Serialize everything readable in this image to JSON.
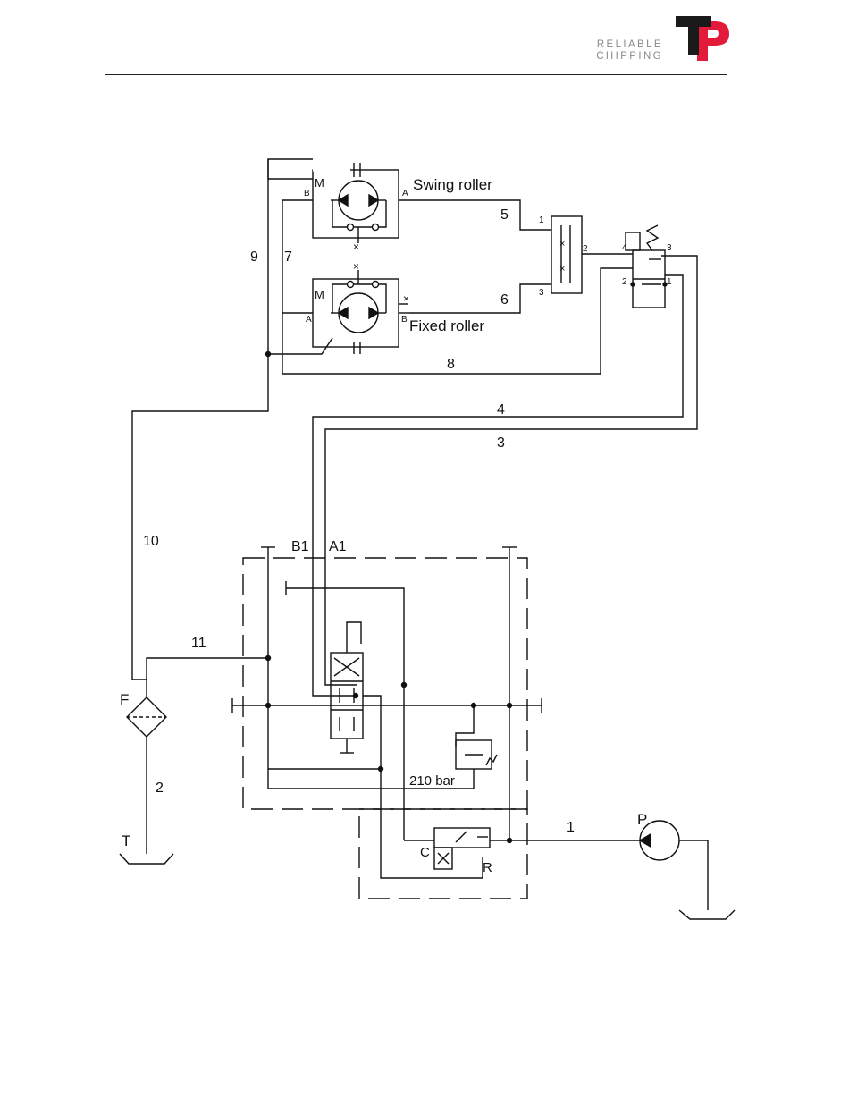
{
  "header": {
    "tagline_line1": "RELIABLE",
    "tagline_line2": "CHIPPING",
    "brand_colors": {
      "dark": "#1a1a1a",
      "red": "#e31b3b"
    }
  },
  "diagram": {
    "components": {
      "swing_roller": {
        "name": "Swing roller",
        "port_m": "M",
        "port_a": "A",
        "port_b": "B"
      },
      "fixed_roller": {
        "name": "Fixed roller",
        "port_m": "M",
        "port_a": "A",
        "port_b": "B"
      },
      "flow_divider": {
        "port_1": "1",
        "port_2": "2",
        "port_3": "3"
      },
      "solenoid_valve": {
        "port_1": "1",
        "port_2": "2",
        "port_3": "3",
        "port_4": "4"
      },
      "control_block": {
        "port_b1": "B1",
        "port_a1": "A1",
        "relief_setting": "210 bar"
      },
      "flow_control": {
        "label_c": "C",
        "label_r": "R"
      },
      "filter": {
        "label": "F"
      },
      "pump": {
        "label": "P"
      },
      "tank": {
        "label": "T"
      }
    },
    "lines": {
      "l1": "1",
      "l2": "2",
      "l3": "3",
      "l4": "4",
      "l5": "5",
      "l6": "6",
      "l7": "7",
      "l8": "8",
      "l9": "9",
      "l10": "10",
      "l11": "11"
    }
  }
}
